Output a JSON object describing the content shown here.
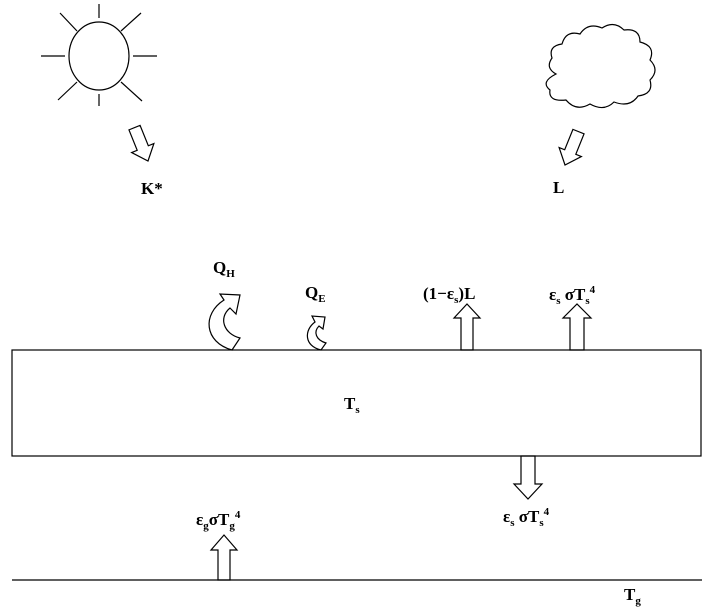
{
  "labels": {
    "solar": "K*",
    "longwave": "L",
    "sensible_heat": {
      "base": "Q",
      "sub": "H"
    },
    "latent_heat": {
      "base": "Q",
      "sub": "E"
    },
    "reflected_longwave": {
      "pre": "(1−ε",
      "sub": "s",
      "post": ")L"
    },
    "surface_emission_up": {
      "eps": "ε",
      "eps_sub": "s",
      "mid": " σT",
      "t_sub": "s",
      "exp": "4"
    },
    "surface_temperature": {
      "base": "T",
      "sub": "s"
    },
    "surface_emission_down": {
      "eps": "ε",
      "eps_sub": "s",
      "mid": " σT",
      "t_sub": "s",
      "exp": "4"
    },
    "ground_emission": {
      "eps": "ε",
      "eps_sub": "g",
      "mid": "σT",
      "t_sub": "g",
      "exp": "4"
    },
    "ground_temperature": {
      "base": "T",
      "sub": "g"
    }
  },
  "icons": {
    "sun": "sun-icon",
    "cloud": "cloud-icon",
    "arrow": "hollow-arrow-icon",
    "curved_arrow": "curved-arrow-icon"
  },
  "colors": {
    "stroke": "#000000",
    "fill": "#ffffff"
  }
}
